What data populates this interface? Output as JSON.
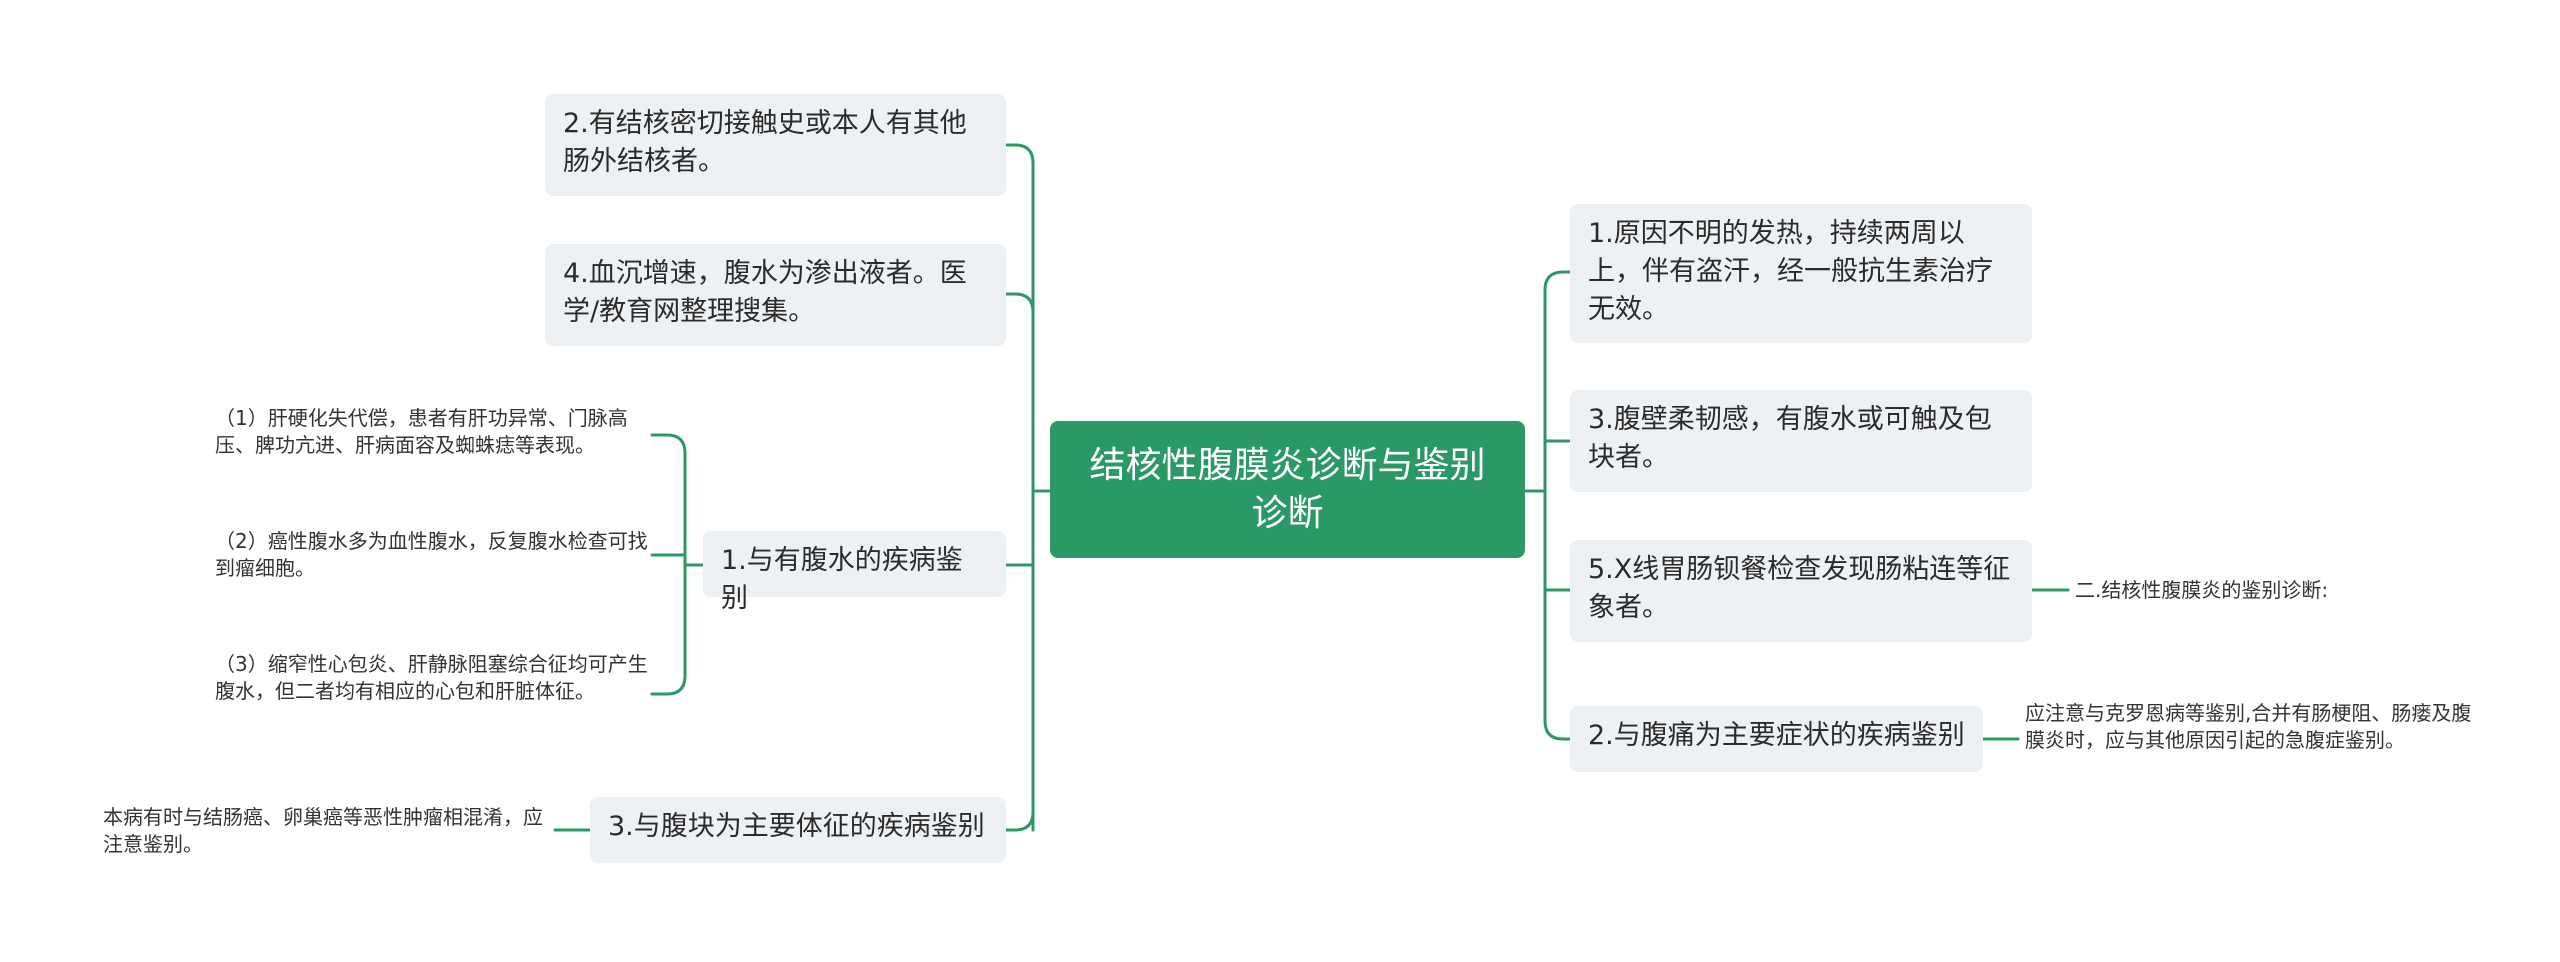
{
  "root": {
    "label": "结核性腹膜炎诊断与鉴别诊断"
  },
  "left": {
    "n2": "2.有结核密切接触史或本人有其他肠外结核者。",
    "n4": "4.血沉增速，腹水为渗出液者。医学/教育网整理搜集。",
    "ascites": {
      "label": "1.与有腹水的疾病鉴别",
      "leaves": [
        "（1）肝硬化失代偿，患者有肝功异常、门脉高压、脾功亢进、肝病面容及蜘蛛痣等表现。",
        "（2）癌性腹水多为血性腹水，反复腹水检查可找到瘤细胞。",
        "（3）缩窄性心包炎、肝静脉阻塞综合征均可产生腹水，但二者均有相应的心包和肝脏体征。"
      ]
    },
    "mass": {
      "label": "3.与腹块为主要体征的疾病鉴别",
      "leaf": "本病有时与结肠癌、卵巢癌等恶性肿瘤相混淆，应注意鉴别。"
    }
  },
  "right": {
    "n1": "1.原因不明的发热，持续两周以上，伴有盗汗，经一般抗生素治疗无效。",
    "n3": "3.腹壁柔韧感，有腹水或可触及包块者。",
    "n5": {
      "label": "5.X线胃肠钡餐检查发现肠粘连等征象者。",
      "leaf": "二.结核性腹膜炎的鉴别诊断:"
    },
    "pain": {
      "label": "2.与腹痛为主要症状的疾病鉴别",
      "leaf": "应注意与克罗恩病等鉴别,合并有肠梗阻、肠瘘及腹膜炎时，应与其他原因引起的急腹症鉴别。"
    }
  },
  "colors": {
    "root": "#2b9966",
    "line": "#2b9966",
    "node": "#eef1f4"
  }
}
